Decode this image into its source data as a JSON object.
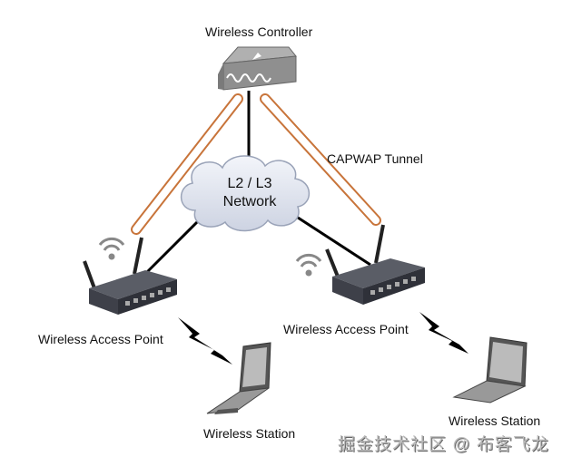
{
  "labels": {
    "controller": "Wireless Controller",
    "network_line1": "L2 / L3",
    "network_line2": "Network",
    "tunnel": "CAPWAP Tunnel",
    "ap_left": "Wireless Access Point",
    "ap_right": "Wireless Access Point",
    "station_left": "Wireless Station",
    "station_right": "Wireless Station"
  },
  "watermark": "掘金技术社区 @ 布客飞龙",
  "colors": {
    "tunnel": "#c8743a",
    "device": "#4a4d57",
    "controller": "#9a9a9a",
    "cloud": "#dfe4ef"
  }
}
